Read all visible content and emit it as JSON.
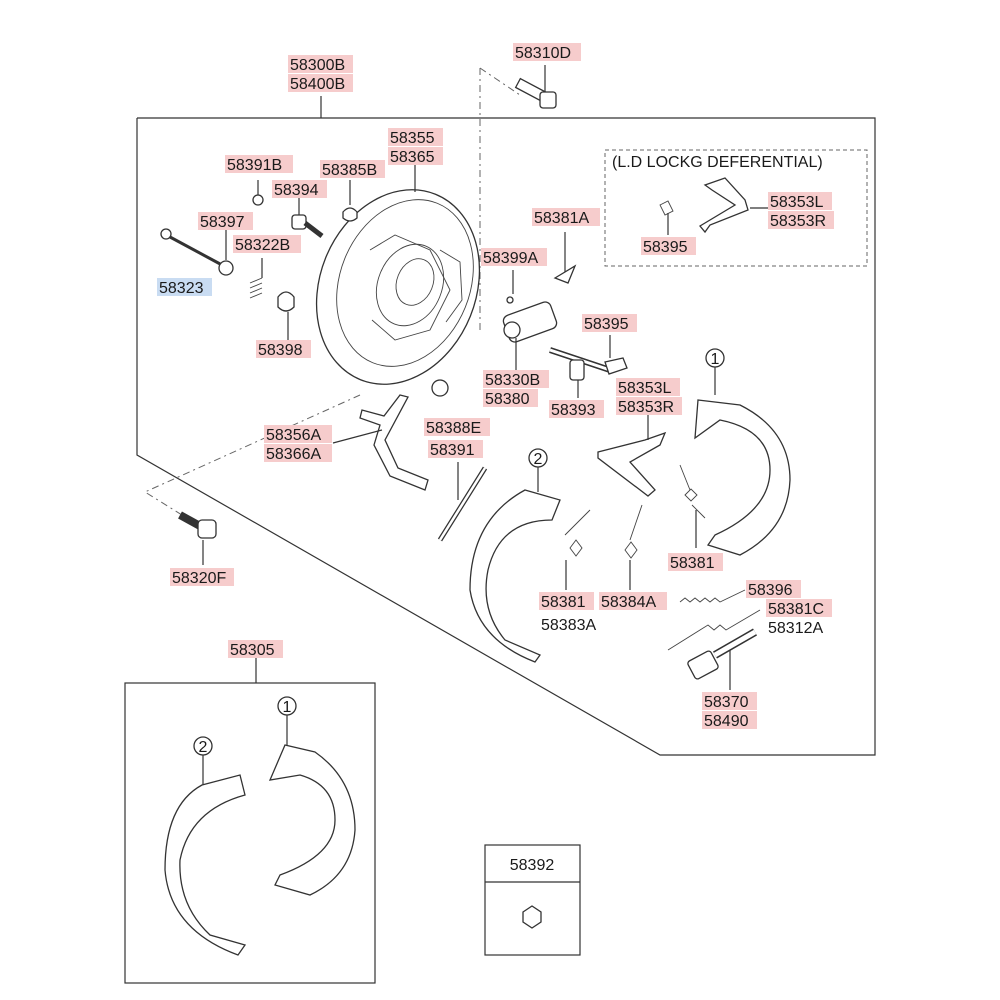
{
  "colors": {
    "label_highlight": "#f6cccc",
    "label_highlight_blue": "#c9dcf2",
    "line": "#333333",
    "dashed": "#666666"
  },
  "labels": {
    "p58300B": "58300B",
    "p58400B": "58400B",
    "p58310D": "58310D",
    "p58355": "58355",
    "p58365": "58365",
    "p58391B": "58391B",
    "p58385B": "58385B",
    "p58394": "58394",
    "p58397": "58397",
    "p58322B": "58322B",
    "p58323": "58323",
    "p58398": "58398",
    "p58381A": "58381A",
    "p58399A": "58399A",
    "p58330B": "58330B",
    "p58380": "58380",
    "p58395_main": "58395",
    "p58393": "58393",
    "p58353L_main": "58353L",
    "p58353R_main": "58353R",
    "p58356A": "58356A",
    "p58366A": "58366A",
    "p58388E": "58388E",
    "p58391": "58391",
    "p58320F": "58320F",
    "p58381_left": "58381",
    "p58383A": "58383A",
    "p58384A": "58384A",
    "p58381_right": "58381",
    "p58396": "58396",
    "p58381C": "58381C",
    "p58312A": "58312A",
    "p58370": "58370",
    "p58490": "58490",
    "p58305": "58305",
    "p58392": "58392",
    "p58353L_inset": "58353L",
    "p58353R_inset": "58353R",
    "p58395_inset": "58395"
  },
  "inset_title": "(L.D LOCKG DEFERENTIAL)",
  "callouts": {
    "c1_main": "1",
    "c2_main": "2",
    "c1_kit": "1",
    "c2_kit": "2"
  }
}
